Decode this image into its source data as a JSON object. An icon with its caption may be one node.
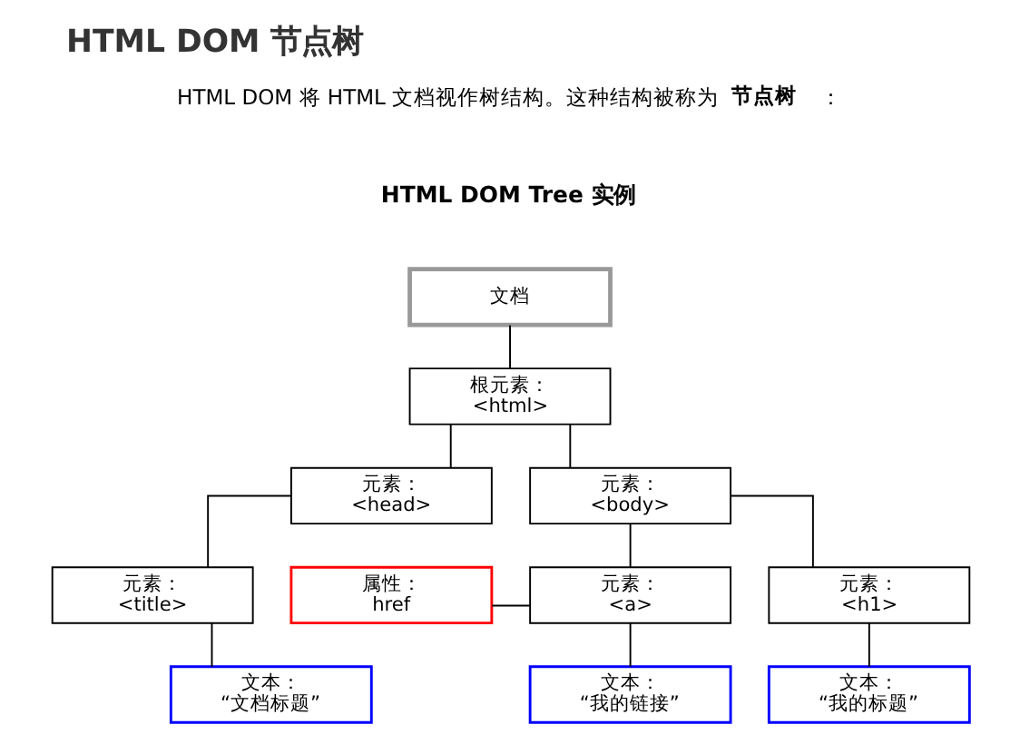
{
  "diagram": {
    "title": "HTML DOM 节点树",
    "nodes": [
      {
        "text": [
          "文档"
        ]
      },
      {
        "text": [
          "根元素：",
          "<html>"
        ]
      },
      {
        "text": [
          "元素：",
          "<head>"
        ]
      },
      {
        "text": [
          "元素：",
          "<body>"
        ]
      },
      {
        "text": [
          "元素：",
          "<title>"
        ]
      },
      {
        "text": [
          "属性：",
          "href"
        ]
      },
      {
        "text": [
          "元素：",
          "<a>"
        ]
      },
      {
        "text": [
          "元素：",
          "<h1>"
        ]
      },
      {
        "text": [
          "文本：",
          "“文档标题”"
        ]
      },
      {
        "text": [
          "文本：",
          "“我的链接”"
        ]
      },
      {
        "text": [
          "文本：",
          "“我的标题”"
        ]
      }
    ],
    "edges": [
      {
        "from": 0,
        "to": 1,
        "arrow": "none"
      },
      {
        "from": 1,
        "to": 2,
        "arrow": "none"
      },
      {
        "from": 1,
        "to": 3,
        "arrow": "none"
      },
      {
        "from": 2,
        "to": 4,
        "arrow": "none"
      },
      {
        "from": 3,
        "to": 6,
        "arrow": "none"
      },
      {
        "from": 3,
        "to": 7,
        "arrow": "none"
      },
      {
        "from": 5,
        "to": 6,
        "arrow": "none"
      },
      {
        "from": 4,
        "to": 8,
        "arrow": "none"
      },
      {
        "from": 6,
        "to": 9,
        "arrow": "none"
      },
      {
        "from": 7,
        "to": 10,
        "arrow": "none"
      }
    ],
    "labels": [
      "HTML DOM 将 HTML 文档视作树结构。这种结构被称为**节点树**：",
      "HTML DOM Tree 实例"
    ]
  }
}
